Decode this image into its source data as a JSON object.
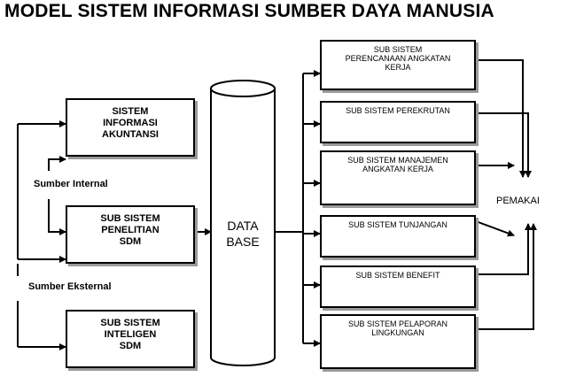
{
  "title": "MODEL SISTEM INFORMASI SUMBER DAYA MANUSIA",
  "sources": {
    "internal": "Sumber Internal",
    "external": "Sumber Eksternal"
  },
  "input_systems": [
    {
      "lines": [
        "SISTEM",
        "INFORMASI",
        "AKUNTANSI"
      ]
    },
    {
      "lines": [
        "SUB SISTEM",
        "PENELITIAN",
        "SDM"
      ]
    },
    {
      "lines": [
        "SUB SISTEM",
        "INTELIGEN",
        "SDM"
      ]
    }
  ],
  "database": {
    "lines": [
      "DATA",
      "BASE"
    ]
  },
  "output_systems": [
    {
      "lines": [
        "SUB SISTEM",
        "PERENCANAAN ANGKATAN",
        "KERJA"
      ]
    },
    {
      "lines": [
        "SUB SISTEM PEREKRUTAN"
      ]
    },
    {
      "lines": [
        "SUB SISTEM MANAJEMEN",
        "ANGKATAN KERJA"
      ]
    },
    {
      "lines": [
        "SUB SISTEM TUNJANGAN"
      ]
    },
    {
      "lines": [
        "SUB SISTEM BENEFIT"
      ]
    },
    {
      "lines": [
        "SUB SISTEM  PELAPORAN",
        "LINGKUNGAN"
      ]
    }
  ],
  "user": "PEMAKAI"
}
